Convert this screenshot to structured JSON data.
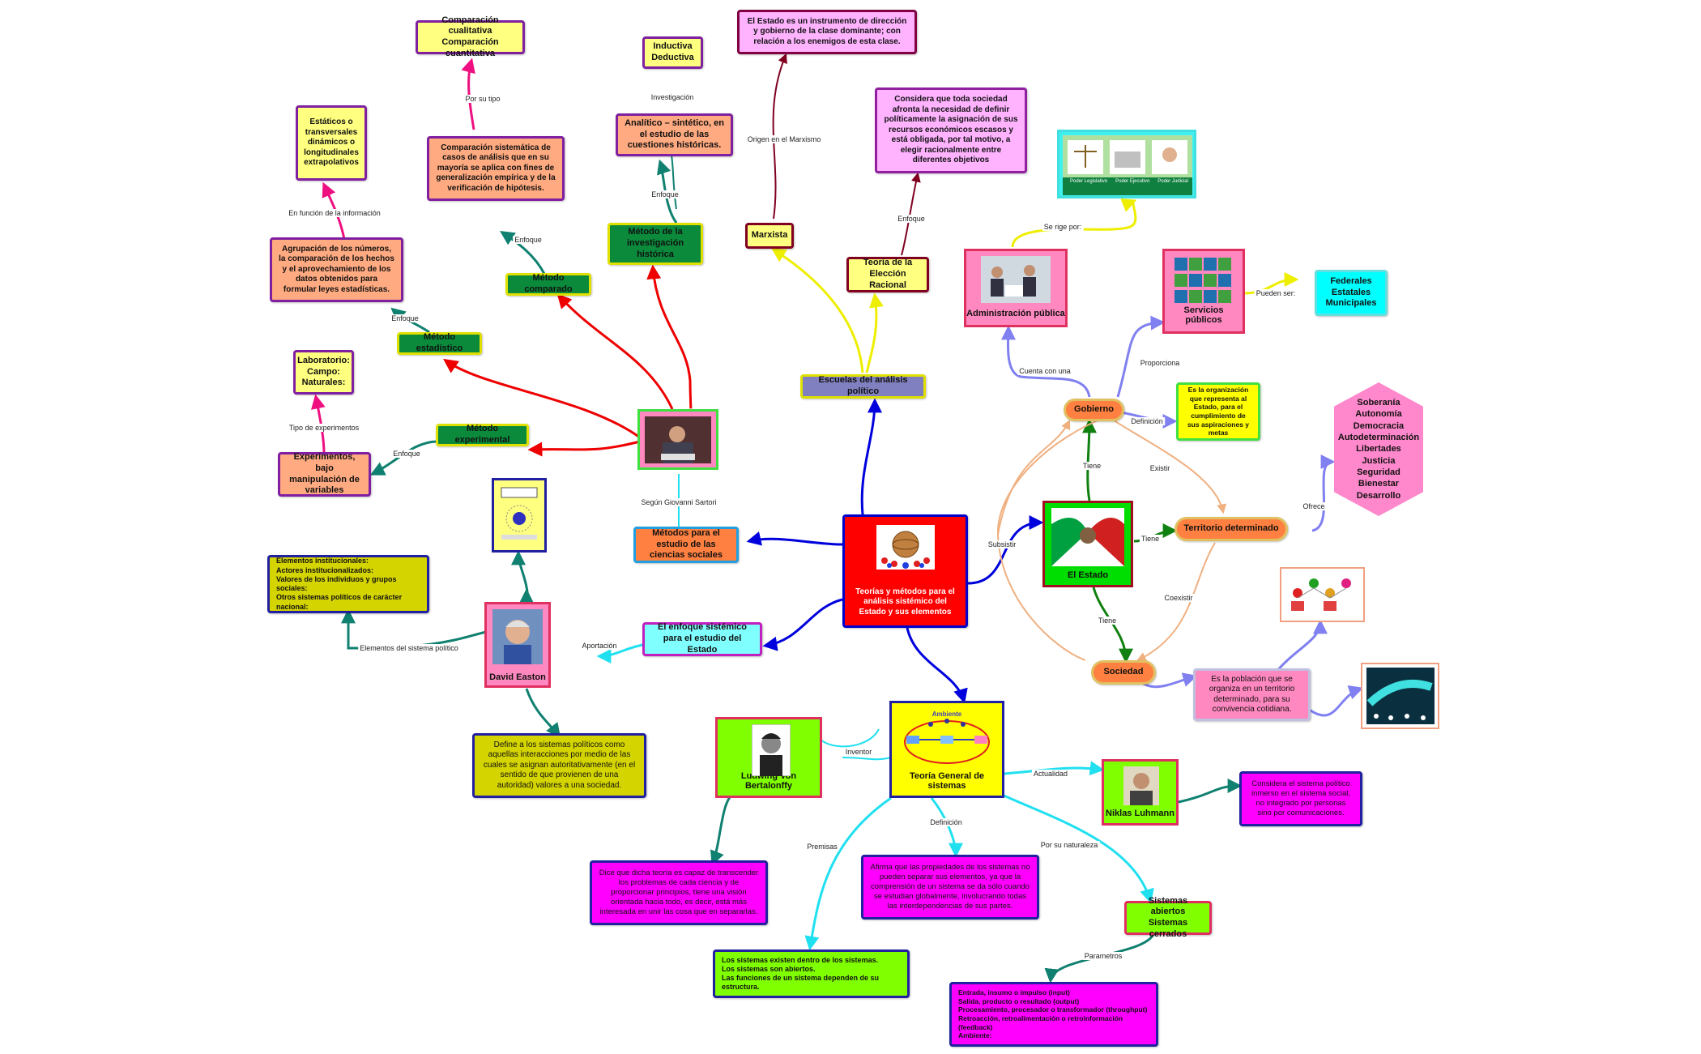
{
  "nodes": {
    "center": "Teorías y métodos para el análisis sistémico del Estado y sus elementos",
    "escuelas": "Escuelas del análisis político",
    "marxista": "Marxista",
    "estado_instrumento": "El Estado es un instrumento de dirección y gobierno de la clase dominante; con relación a los enemigos de esta clase.",
    "eleccion_racional": "Teoría de la Elección Racional",
    "considera_sociedad": "Considera que toda sociedad afronta la necesidad de definir políticamente la asignación de sus recursos económicos escasos y está obligada, por tal motivo, a elegir racionalmente entre diferentes objetivos",
    "metodos_estudio": "Métodos para el estudio de las ciencias sociales",
    "metodo_historico": "Método de la investigación histórica",
    "analitico": "Analítico – sintético, en el estudio de las cuestiones históricas.",
    "inductiva": "Inductiva\nDeductiva",
    "metodo_comparado": "Método comparado",
    "comparacion_sistematica": "Comparación sistemática de casos de análisis que en su mayoría se aplica con fines de generalización empírica y de la verificación de hipótesis.",
    "comparacion_tipos": "Comparación cualitativa\nComparación cuantitativa",
    "metodo_estadistico": "Método estadístico",
    "agrupacion": "Agrupación de los números, la comparación de los hechos y el aprovechamiento de los datos obtenidos para formular leyes estadísticas.",
    "estaticos": "Estáticos o transversales dinámicos o longitudinales extrapolativos",
    "metodo_experimental": "Método experimental",
    "experimentos": "Experimentos, bajo manipulación de variables",
    "laboratorio": "Laboratorio:\nCampo:\nNaturales:",
    "enfoque_sistemico": "El enfoque sistémico para el estudio del Estado",
    "david_easton": "David Easton",
    "elementos": "Elementos institucionales:\nActores institucionalizados:\nValores de los individuos y grupos sociales:\nOtros sistemas políticos de carácter nacional:",
    "define_sistemas": "Define a los sistemas políticos como aquellas interacciones por medio de las cuales se asignan autoritativamente (en el sentido de que provienen de una autoridad) valores a una sociedad.",
    "teoria_general": "Teoría General de sistemas",
    "bertalanffy": "Ludwing Von Bertalonffy",
    "dice_teoria": "Dice que dicha teoría es capaz de transcender los problemas de cada ciencia y de proporcionar principios, tiene una visión orientada hacia todo, es decir, está más interesada en unir las cosa que en separarlas.",
    "afirma": "Afirma que las propiedades de los sistemas no pueden separar sus elementos, ya que la comprensión de un sistema se da sólo cuando se estudian globalmente, involucrando todas las interdependencias de sus partes.",
    "premisas": "Los sistemas existen dentro de los sistemas.\nLos sistemas son abiertos.\nLas funciones de un sistema dependen de su estructura.",
    "abiertos_cerrados": "Sistemas abiertos\nSistemas cerrados",
    "parametros": "Entrada, insumo o impulso (input)\nSalida, producto o resultado (output)\nProcesamiento, procesador o transformador (throughput)\nRetroacción, retroalimentación o retroinformación (feedback)\nAmbiente:",
    "luhmann": "Niklas Luhmann",
    "luhmann_considera": "Considera el sistema político inmerso en el sistema social, no integrado por personas sino por comunicaciones.",
    "el_estado": "El Estado",
    "gobierno": "Gobierno",
    "gobierno_def": "Es la organización que representa al Estado, para el cumplimiento de sus aspiraciones y metas",
    "administracion": "Administración pública",
    "servicios": "Servicios públicos",
    "federales": "Federales\nEstatales\nMunicipales",
    "territorio": "Territorio determinado",
    "soberania": "Soberanía\nAutonomía\nDemocracia\nAutodeterminación\nLibertades\nJusticia\nSeguridad\nBienestar\nDesarrollo",
    "sociedad": "Sociedad",
    "poblacion": "Es la población que se organiza en un territorio determinado, para su convivencia cotidiana.",
    "poderes": [
      "Poder Legislativo",
      "Poder Ejecutivo",
      "Poder Judicial"
    ],
    "diagram_caption": "Ambiente"
  },
  "labels": {
    "segun_sartori": "Según Giovanni Sartori",
    "origen_marxismo": "Origen en el Marxismo",
    "enfoque_er": "Enfoque",
    "investigacion": "Investigación",
    "enfoque_hist": "Enfoque",
    "por_su_tipo": "Por su tipo",
    "enfoque_comp": "Enfoque",
    "en_funcion": "En función de la información",
    "enfoque_est": "Enfoque",
    "tipo_exp": "Tipo de experimentos",
    "enfoque_exp": "Enfoque",
    "aportacion": "Aportación",
    "elementos_sp": "Elementos del sistema político",
    "inventor": "Inventor",
    "definicion_tgs": "Definición",
    "premisas": "Premisas",
    "por_naturaleza": "Por su naturaleza",
    "parametros": "Parametros",
    "actualidad": "Actualidad",
    "subsistir": "Subsistir",
    "tiene1": "Tiene",
    "tiene2": "Tiene",
    "tiene3": "Tiene",
    "existir": "Existir",
    "coexistir": "Coexistir",
    "definicion_gob": "Definición",
    "cuenta_con": "Cuenta con una",
    "proporciona": "Proporciona",
    "se_rige": "Se rige por:",
    "pueden_ser": "Pueden ser:",
    "ofrece": "Ofrece"
  },
  "colors": {
    "center": "#ff0000",
    "yellow": "#ffff80",
    "pink": "#ffb3ff",
    "green": "#0a8a3a",
    "salmon": "#ffaa80",
    "cyan": "#80ffff",
    "olive": "#d4d400",
    "lime": "#80ff00",
    "magenta": "#ff00ff",
    "orange_pill": "#ff8040",
    "state_green": "#00dd00"
  }
}
